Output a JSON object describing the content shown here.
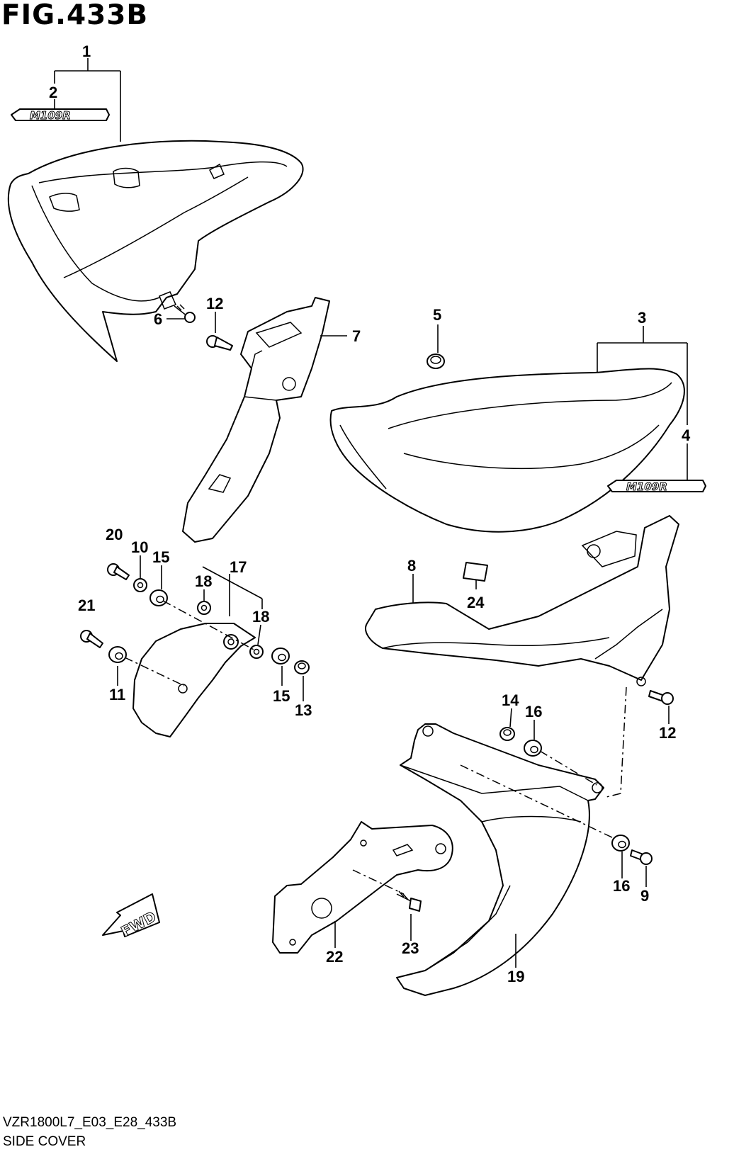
{
  "figure": {
    "title": "FIG.433B",
    "code": "VZR1800L7_E03_E28_433B",
    "caption": "SIDE COVER"
  },
  "badges": {
    "model_emblem": "M109R"
  },
  "fwd_marker": {
    "label": "FWD"
  },
  "callouts": {
    "c1": "1",
    "c2": "2",
    "c3": "3",
    "c4": "4",
    "c5": "5",
    "c6": "6",
    "c7": "7",
    "c8": "8",
    "c9": "9",
    "c10": "10",
    "c11": "11",
    "c12a": "12",
    "c12b": "12",
    "c13": "13",
    "c14": "14",
    "c15a": "15",
    "c15b": "15",
    "c16a": "16",
    "c16b": "16",
    "c17": "17",
    "c18a": "18",
    "c18b": "18",
    "c19": "19",
    "c20": "20",
    "c21": "21",
    "c22": "22",
    "c23": "23",
    "c24": "24"
  }
}
